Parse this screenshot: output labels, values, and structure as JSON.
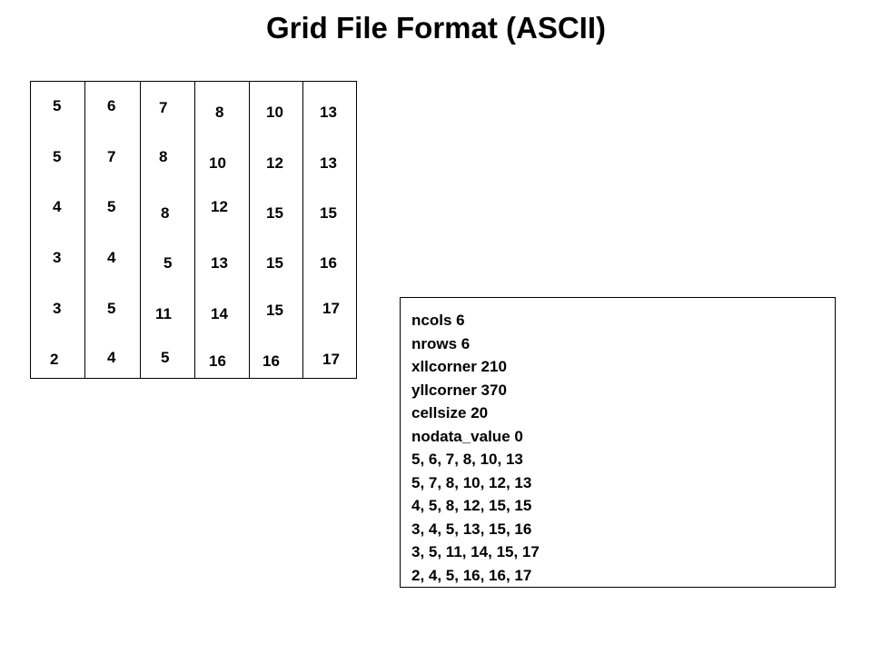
{
  "title": "Grid File Format (ASCII)",
  "grid": {
    "rows": [
      [
        "5",
        "6",
        "7",
        "8",
        "10",
        "13"
      ],
      [
        "5",
        "7",
        "8",
        "10",
        "12",
        "13"
      ],
      [
        "4",
        "5",
        "8",
        "12",
        "15",
        "15"
      ],
      [
        "3",
        "4",
        "5",
        "13",
        "15",
        "16"
      ],
      [
        "3",
        "5",
        "11",
        "14",
        "15",
        "17"
      ],
      [
        "2",
        "4",
        "5",
        "16",
        "16",
        "17"
      ]
    ]
  },
  "header_file": {
    "lines": [
      "ncols 6",
      "nrows 6",
      "xllcorner 210",
      "yllcorner 370",
      "cellsize 20",
      "nodata_value 0",
      "5, 6, 7, 8, 10, 13",
      "5, 7, 8, 10, 12, 13",
      "4, 5, 8, 12, 15, 15",
      "3, 4, 5, 13, 15, 16",
      "3, 5, 11, 14, 15, 17",
      "2, 4, 5, 16, 16, 17"
    ]
  }
}
